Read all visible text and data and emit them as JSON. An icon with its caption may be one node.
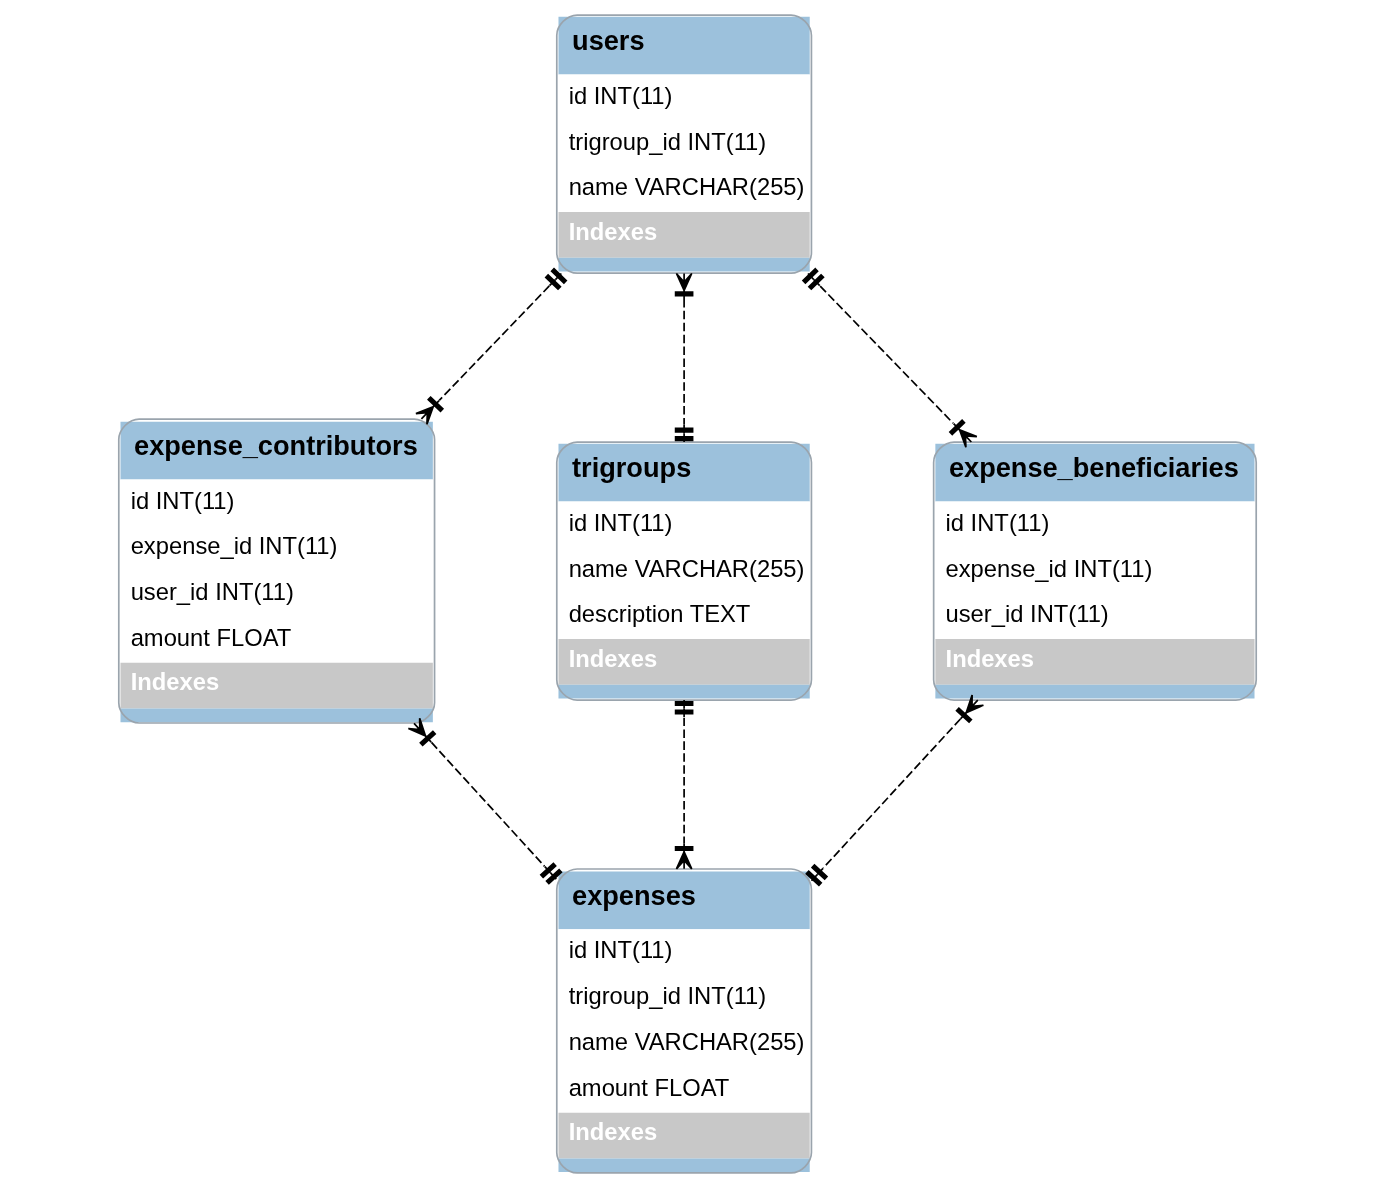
{
  "diagram": {
    "nodes": [
      {
        "text": [
          "users",
          "id INT(11)",
          "trigroup_id INT(11)",
          "name VARCHAR(255)",
          "Indexes"
        ]
      },
      {
        "text": [
          "expense_contributors",
          "id INT(11)",
          "expense_id INT(11)",
          "user_id INT(11)",
          "amount FLOAT",
          "Indexes"
        ]
      },
      {
        "text": [
          "trigroups",
          "id INT(11)",
          "name VARCHAR(255)",
          "description TEXT",
          "Indexes"
        ]
      },
      {
        "text": [
          "expense_beneficiaries",
          "id INT(11)",
          "expense_id INT(11)",
          "user_id INT(11)",
          "Indexes"
        ]
      },
      {
        "text": [
          "expenses",
          "id INT(11)",
          "trigroup_id INT(11)",
          "name VARCHAR(255)",
          "amount FLOAT",
          "Indexes"
        ]
      }
    ],
    "edges": [
      {
        "from": 0,
        "to": 1,
        "arrow": "other",
        "style": "dashed"
      },
      {
        "from": 0,
        "to": 2,
        "arrow": "other",
        "style": "dashed"
      },
      {
        "from": 0,
        "to": 3,
        "arrow": "other",
        "style": "dashed"
      },
      {
        "from": 1,
        "to": 4,
        "arrow": "other",
        "style": "dashed"
      },
      {
        "from": 2,
        "to": 4,
        "arrow": "other",
        "style": "dashed"
      },
      {
        "from": 3,
        "to": 4,
        "arrow": "other",
        "style": "dashed"
      }
    ]
  }
}
